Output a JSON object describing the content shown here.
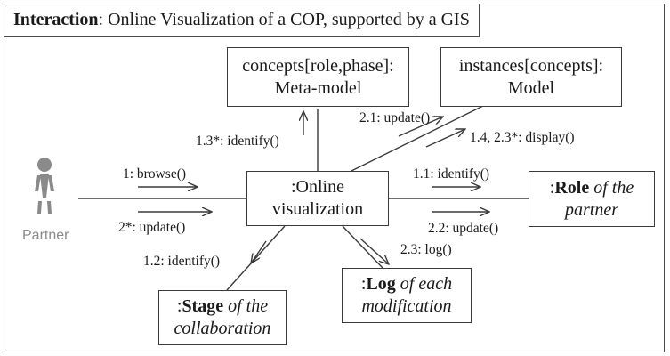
{
  "title": {
    "keyword": "Interaction",
    "rest": ": Online Visualization of a COP, supported by a GIS"
  },
  "actor": {
    "label": "Partner",
    "icon": "person-icon"
  },
  "boxes": {
    "meta_model": {
      "line1": "concepts[role,phase]:",
      "line2": "Meta-model"
    },
    "model": {
      "line1": "instances[concepts]:",
      "line2": "Model"
    },
    "online": {
      "line1": ":Online",
      "line2": "visualization"
    },
    "role": {
      "prefix": ":",
      "bold": "Role",
      "italic1": " of the",
      "italic2": "partner"
    },
    "log": {
      "prefix": ":",
      "bold": "Log",
      "italic1": " of each",
      "italic2": "modification"
    },
    "stage": {
      "prefix": ":",
      "bold": "Stage",
      "italic1": " of the",
      "italic2": "collaboration"
    }
  },
  "messages": {
    "browse": "1: browse()",
    "update_partner": "2*: update()",
    "identify_meta": "1.3*: identify()",
    "update_model": "2.1: update()",
    "display": "1.4, 2.3*: display()",
    "identify_role": "1.1: identify()",
    "update_role": "2.2: update()",
    "identify_stage": "1.2: identify()",
    "log": "2.3: log()"
  },
  "colors": {
    "line": "#3a3a3a",
    "actor": "#8a8a8a"
  }
}
